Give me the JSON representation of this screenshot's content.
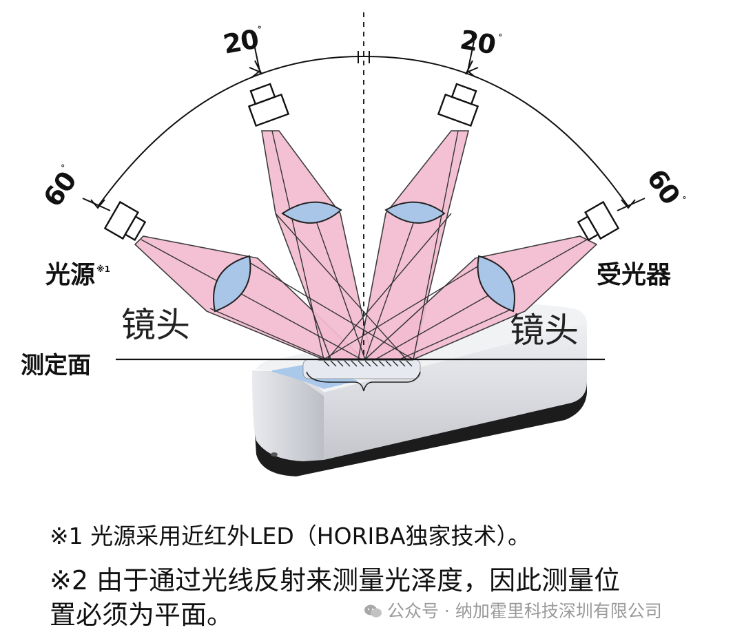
{
  "diagram": {
    "angle_left_outer": "60",
    "angle_left_inner": "20",
    "angle_right_inner": "20",
    "angle_right_outer": "60",
    "degree_mark": "°",
    "light_source_label": "光源",
    "light_source_footnote": "※1",
    "receiver_label": "受光器",
    "lens_left_label": "镜头",
    "lens_right_label": "镜头",
    "surface_label": "测定面"
  },
  "notes": {
    "note1": "※1 光源采用近红外LED（HORIBA独家技术）。",
    "note2_line1": "※2 由于通过光线反射来测量光泽度，因此测量位",
    "note2_line2": "置必须为平面。"
  },
  "watermark": {
    "text": "公众号 · 纳加霍里科技深圳有限公司"
  },
  "colors": {
    "beam_fill": "#f3bcd0",
    "beam_edge": "#444444",
    "lens_fill": "#a9c6e8",
    "device_body": "#e6e7eb",
    "device_base": "#1c1c1c"
  }
}
